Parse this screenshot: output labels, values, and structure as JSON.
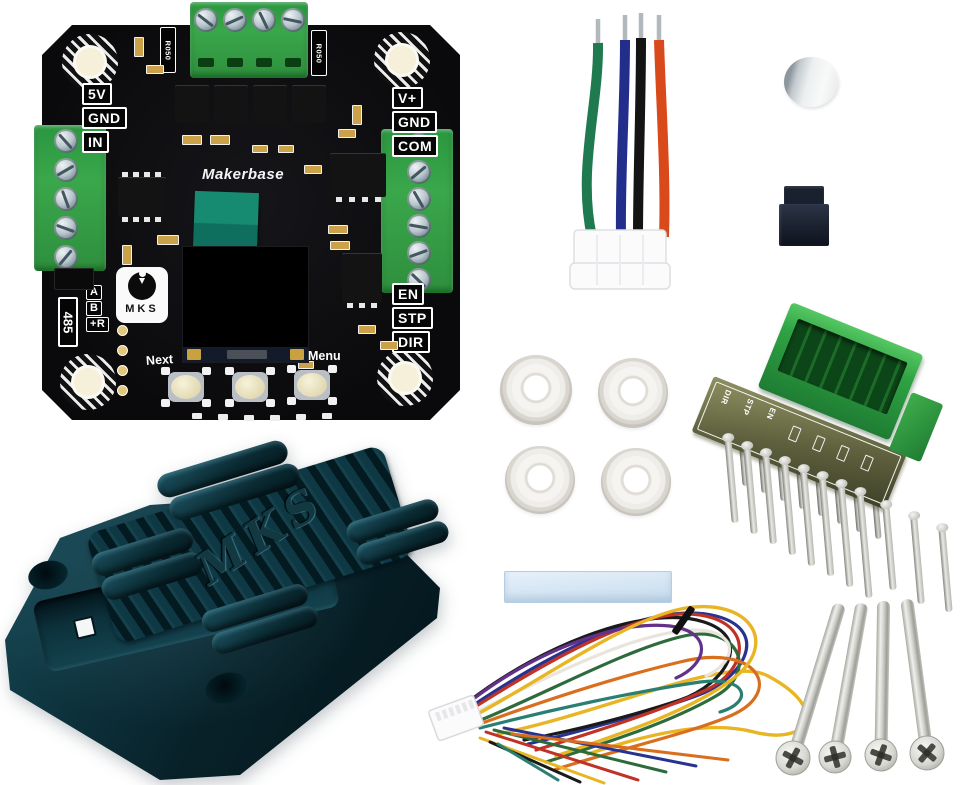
{
  "scene": {
    "label": "MKS Makerbase closed-loop stepper driver kit",
    "background": "#ffffff"
  },
  "colors": {
    "terminalGreen": "#3aa74b",
    "boardBlack": "#0f0f10",
    "filmTeal": "#178a72",
    "heatsinkTeal": "#0d3039",
    "thermalPadBlue": "#c6dbee",
    "washerWhite": "#f2f1ed",
    "adapterGreen": "#2fa344",
    "screwSilver": "#d9d9d5"
  },
  "board": {
    "brand": "Makerbase",
    "logo": "MKS",
    "power_in": [
      "5V",
      "GND",
      "IN"
    ],
    "power_out": [
      "V+",
      "GND",
      "COM"
    ],
    "control": [
      "EN",
      "STP",
      "DIR"
    ],
    "rs485_bus": [
      "485",
      "A",
      "B",
      "+R"
    ],
    "button_labels": [
      "Next",
      "Menu"
    ],
    "shunt_label": "R050"
  },
  "harness": {
    "wire_colors": [
      "#1f7a50",
      "#232e8c",
      "#141414",
      "#d84a1b"
    ],
    "tip_color": "#b3b8bd",
    "connector_color": "#fbfbfc"
  },
  "adapter": {
    "pin_labels": [
      "DIR",
      "STP",
      "EN"
    ]
  },
  "heatsink": {
    "engraving": "MKS"
  },
  "washers": {
    "count": 4
  },
  "screws": {
    "count": 4,
    "head": "phillips"
  },
  "loom": {
    "wire_colors": [
      "#e8b524",
      "#c03225",
      "#2e6b3c",
      "#27338f",
      "#1a1a1a",
      "#e9e5dc",
      "#d96f1e",
      "#63308a",
      "#2a7f72"
    ]
  }
}
